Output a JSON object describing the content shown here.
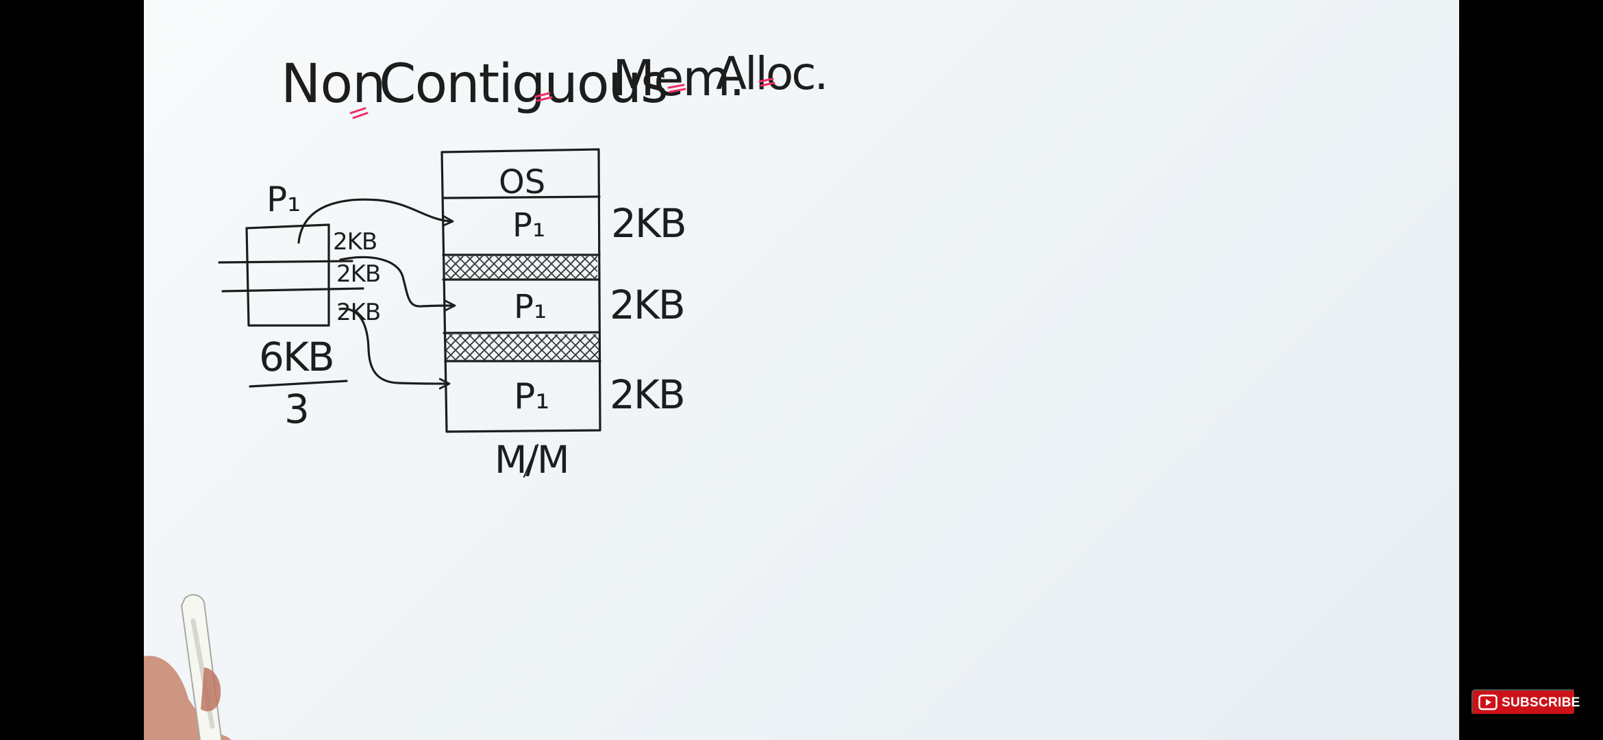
{
  "board": {
    "title": {
      "part1": "Non",
      "part2": "Contiguous",
      "part3": "Mem.",
      "part4": "Alloc."
    },
    "process": {
      "label": "P₁",
      "segments": [
        "2KB",
        "2KB",
        "2KB"
      ],
      "total": "6KB",
      "count": "3"
    },
    "memory": {
      "os_label": "OS",
      "blocks": [
        {
          "label": "P₁",
          "size": "2KB"
        },
        {
          "label": "P₁",
          "size": "2KB"
        },
        {
          "label": "P₁",
          "size": "2KB"
        }
      ],
      "caption": "M/M"
    },
    "colors": {
      "ink": "#1d1d1d",
      "underline": "#ef2d62",
      "board_bg": "#f8fafb",
      "subscribe_bg": "#cc1218"
    }
  },
  "overlay": {
    "subscribe_label": "SUBSCRIBE",
    "subscribe_icon": "play-icon"
  }
}
